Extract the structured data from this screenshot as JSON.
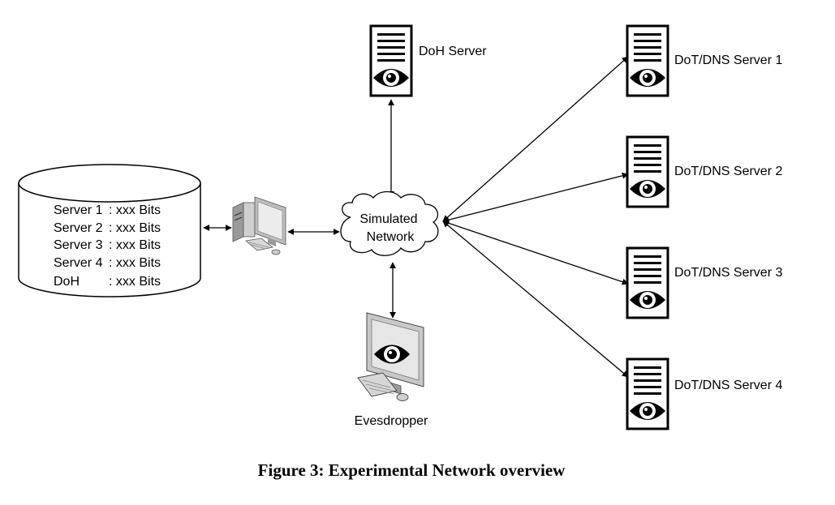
{
  "database": {
    "lines": [
      {
        "name": "Server 1",
        "value": ": xxx Bits"
      },
      {
        "name": "Server 2",
        "value": ": xxx Bits"
      },
      {
        "name": "Server 3",
        "value": ": xxx Bits"
      },
      {
        "name": "Server 4",
        "value": ": xxx Bits"
      },
      {
        "name": "DoH",
        "value": ": xxx Bits"
      }
    ]
  },
  "network": {
    "line1": "Simulated",
    "line2": "Network"
  },
  "doh_server": {
    "label": "DoH Server"
  },
  "eavesdropper": {
    "label": "Evesdropper"
  },
  "dot_servers": [
    {
      "label": "DoT/DNS Server 1"
    },
    {
      "label": "DoT/DNS Server 2"
    },
    {
      "label": "DoT/DNS Server 3"
    },
    {
      "label": "DoT/DNS Server 4"
    }
  ],
  "caption": "Figure 3: Experimental Network overview",
  "icons": {
    "server": "server-icon",
    "eye": "eye-icon",
    "desktop": "desktop-computer-icon",
    "database": "database-cylinder-icon",
    "cloud": "cloud-icon"
  },
  "colors": {
    "line": "#000000",
    "monitor_gray": "#c8c8c8",
    "screen_gray": "#e6e6e6"
  }
}
